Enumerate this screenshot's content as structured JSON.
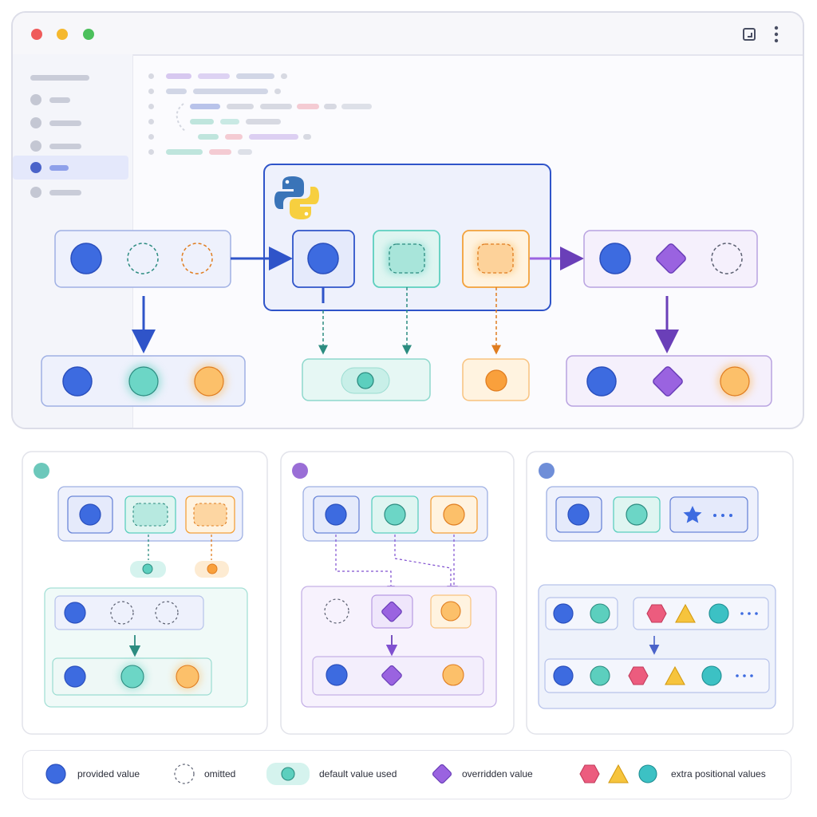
{
  "legend": {
    "provided": "provided value",
    "omitted": "omitted",
    "default_used": "default value used",
    "overridden": "overridden value",
    "extra_positional": "extra positional values"
  },
  "colors": {
    "blue": "#3d6be0",
    "teal": "#5ccfbe",
    "orange": "#fbb653",
    "purple": "#9a63e0",
    "pink": "#ec5c7e",
    "yellow": "#f6c43d",
    "window_border": "#dcdde8",
    "red_dot": "#ef5b5b",
    "yellow_dot": "#f5b82e",
    "green_dot": "#4cc05c"
  },
  "icons": [
    "python-logo-icon",
    "maximize-icon",
    "more-vert-icon",
    "star-icon",
    "ellipsis-icon"
  ]
}
